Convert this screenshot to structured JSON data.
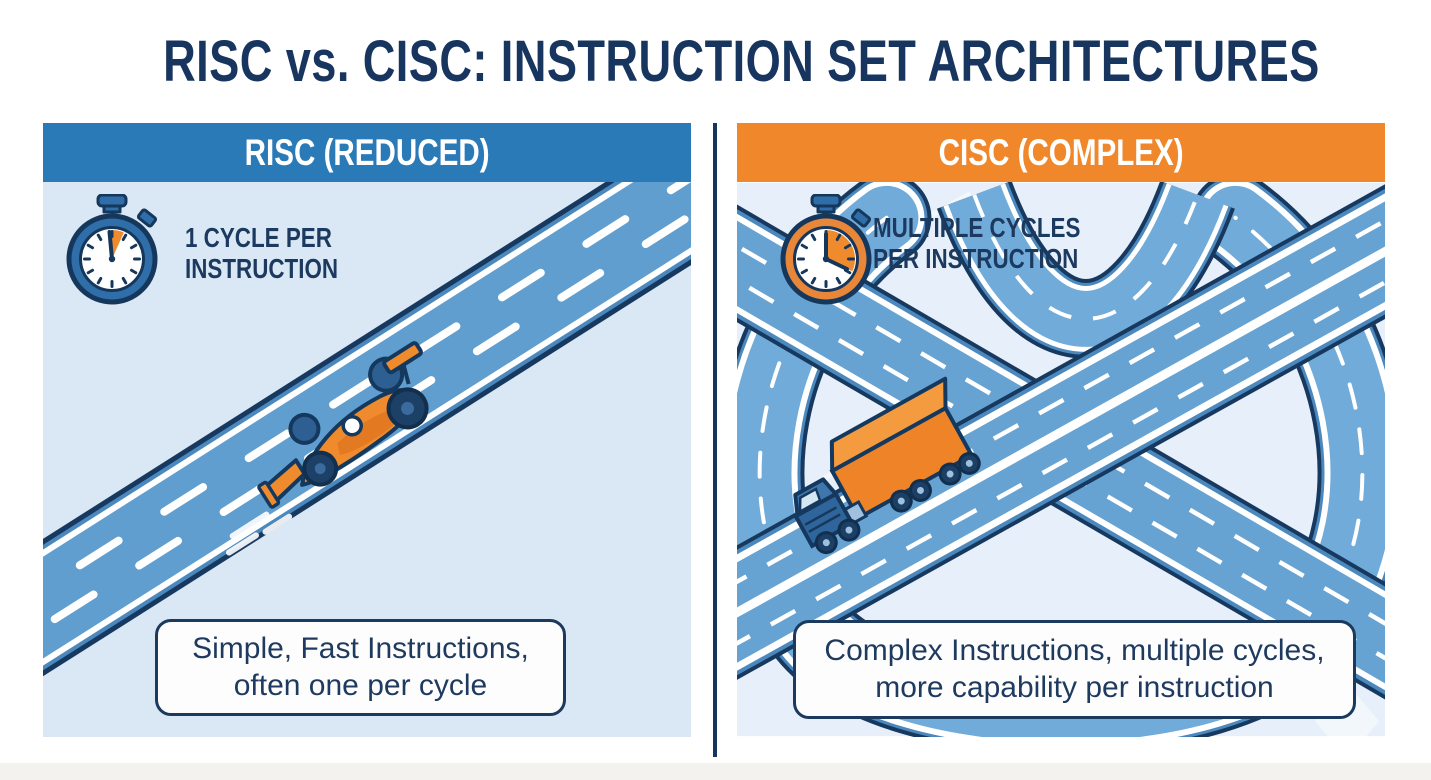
{
  "title": "RISC vs. CISC: INSTRUCTION SET ARCHITECTURES",
  "risc_panel": {
    "header_label": "RISC (REDUCED)",
    "header_color": "#2b7ab8",
    "stopwatch_icon": "stopwatch-one-cycle",
    "cycle_label_line1": "1 CYCLE PER",
    "cycle_label_line2": "INSTRUCTION",
    "caption": "Simple, Fast Instructions, often one per cycle",
    "illustration": "straight-highway-with-race-car"
  },
  "cisc_panel": {
    "header_label": "CISC (COMPLEX)",
    "header_color": "#f0882b",
    "stopwatch_icon": "stopwatch-multiple-cycles",
    "cycle_label_line1": "MULTIPLE CYCLES",
    "cycle_label_line2": "PER INSTRUCTION",
    "caption": "Complex Instructions, multiple cycles, more capability per instruction",
    "illustration": "complex-highway-interchange-with-truck"
  },
  "colors": {
    "title_navy": "#17355e",
    "text_navy": "#1c3a5f",
    "risc_header_blue": "#2b7ab8",
    "cisc_header_orange": "#f0882b",
    "road_surface_blue": "#5f9ecf",
    "road_edge_navy": "#17395f",
    "panel_bg_left": "#dae8f5",
    "panel_bg_right": "#e7f0fa",
    "vehicle_orange": "#ee8427",
    "stopwatch_blue_rim": "#2f6ea9",
    "stopwatch_orange_rim": "#e8873a",
    "caption_border_navy": "#1b3a5e"
  }
}
